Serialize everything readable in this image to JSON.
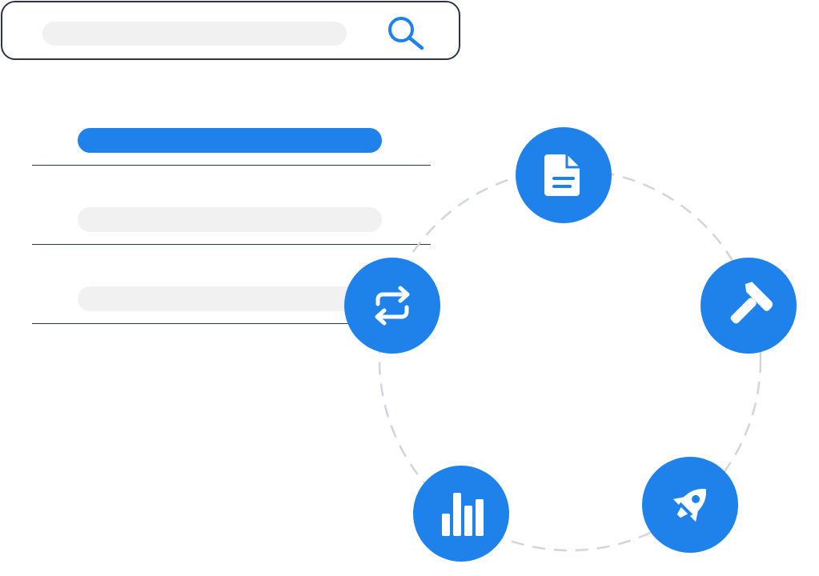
{
  "search": {
    "icon": "search-icon",
    "accent": "#1e82ea"
  },
  "list": {
    "items": [
      {
        "state": "active",
        "color": "#1e82ea"
      },
      {
        "state": "inactive",
        "color": "#f1f1f2"
      },
      {
        "state": "inactive",
        "color": "#f1f1f2"
      }
    ]
  },
  "cycle": {
    "ring_color": "#d3d4e0",
    "node_color": "#1e82ea",
    "nodes": [
      {
        "icon": "document-icon"
      },
      {
        "icon": "hammer-icon"
      },
      {
        "icon": "rocket-icon"
      },
      {
        "icon": "bar-chart-icon"
      },
      {
        "icon": "repeat-icon"
      }
    ]
  }
}
